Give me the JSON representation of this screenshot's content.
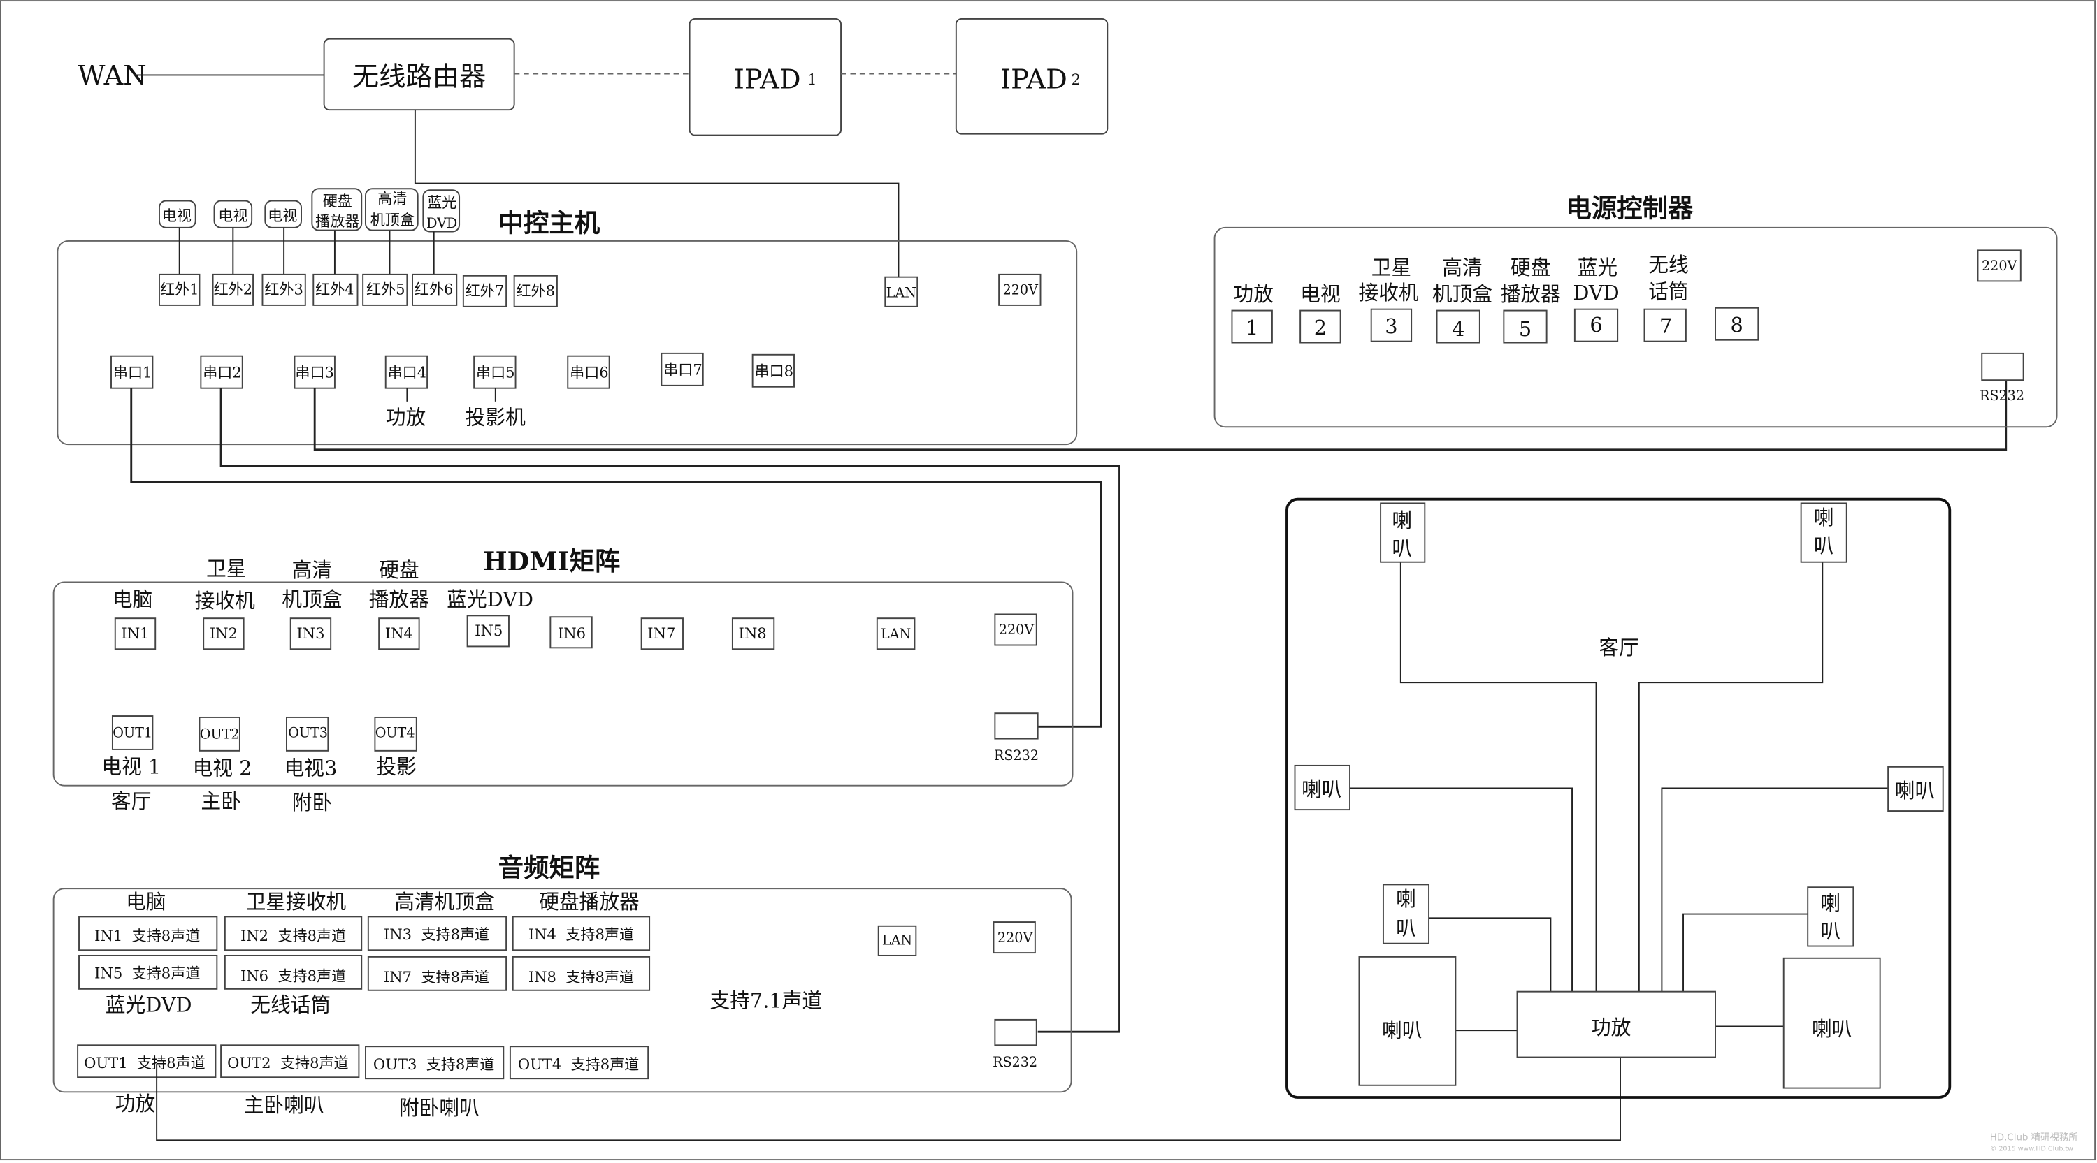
{
  "top": {
    "wan": "WAN",
    "router": "无线路由器",
    "ipad1": "IPAD",
    "ipad1_num": "1",
    "ipad2": "IPAD",
    "ipad2_num": "2"
  },
  "controller": {
    "title": "中控主机",
    "devices": [
      "电视",
      "电视",
      "电视",
      "硬盘",
      "播放器",
      "高清",
      "机顶盒",
      "蓝光",
      "DVD"
    ],
    "ir": [
      "红外1",
      "红外2",
      "红外3",
      "红外4",
      "红外5",
      "红外6",
      "红外7",
      "红外8"
    ],
    "lan": "LAN",
    "power": "220V",
    "serial": [
      "串口1",
      "串口2",
      "串口3",
      "串口4",
      "串口5",
      "串口6",
      "串口7",
      "串口8"
    ],
    "serial4_label": "功放",
    "serial5_label": "投影机"
  },
  "power_controller": {
    "title": "电源控制器",
    "top_labels": [
      "卫星",
      "高清",
      "硬盘",
      "蓝光",
      "无线"
    ],
    "labels": [
      "功放",
      "电视",
      "接收机",
      "机顶盒",
      "播放器",
      "DVD",
      "话筒"
    ],
    "outlets": [
      "1",
      "2",
      "3",
      "4",
      "5",
      "6",
      "7",
      "8"
    ],
    "power": "220V",
    "rs232": "RS232"
  },
  "hdmi": {
    "title": "HDMI矩阵",
    "top_labels": [
      "卫星",
      "高清",
      "硬盘"
    ],
    "labels": [
      "电脑",
      "接收机",
      "机顶盒",
      "播放器",
      "蓝光DVD"
    ],
    "inputs": [
      "IN1",
      "IN2",
      "IN3",
      "IN4",
      "IN5",
      "IN6",
      "IN7",
      "IN8"
    ],
    "lan": "LAN",
    "power": "220V",
    "rs232": "RS232",
    "outputs": [
      "OUT1",
      "OUT2",
      "OUT3",
      "OUT4"
    ],
    "out_labels": [
      "电视 1",
      "电视 2",
      "电视3",
      "投影"
    ],
    "rooms": [
      "客厅",
      "主卧",
      "附卧"
    ]
  },
  "audio": {
    "title": "音频矩阵",
    "top_labels": [
      "电脑",
      "卫星接收机",
      "高清机顶盒",
      "硬盘播放器"
    ],
    "inputs": [
      "IN1  支持8声道",
      "IN2  支持8声道",
      "IN3  支持8声道",
      "IN4  支持8声道",
      "IN5  支持8声道",
      "IN6  支持8声道",
      "IN7  支持8声道",
      "IN8  支持8声道"
    ],
    "mid_labels": [
      "蓝光DVD",
      "无线话筒"
    ],
    "note": "支持7.1声道",
    "outputs": [
      "OUT1  支持8声道",
      "OUT2  支持8声道",
      "OUT3  支持8声道",
      "OUT4  支持8声道"
    ],
    "out_labels": [
      "功放",
      "主卧喇叭",
      "附卧喇叭"
    ],
    "lan": "LAN",
    "power": "220V",
    "rs232": "RS232"
  },
  "living_room": {
    "title": "客厅",
    "amp": "功放",
    "speaker": "喇叭",
    "speaker_top": "喇",
    "speaker_bottom": "叭"
  },
  "watermark": {
    "line1": "HD.Club 精研視務所",
    "line2": "© 2015  www.HD.Club.tw"
  }
}
